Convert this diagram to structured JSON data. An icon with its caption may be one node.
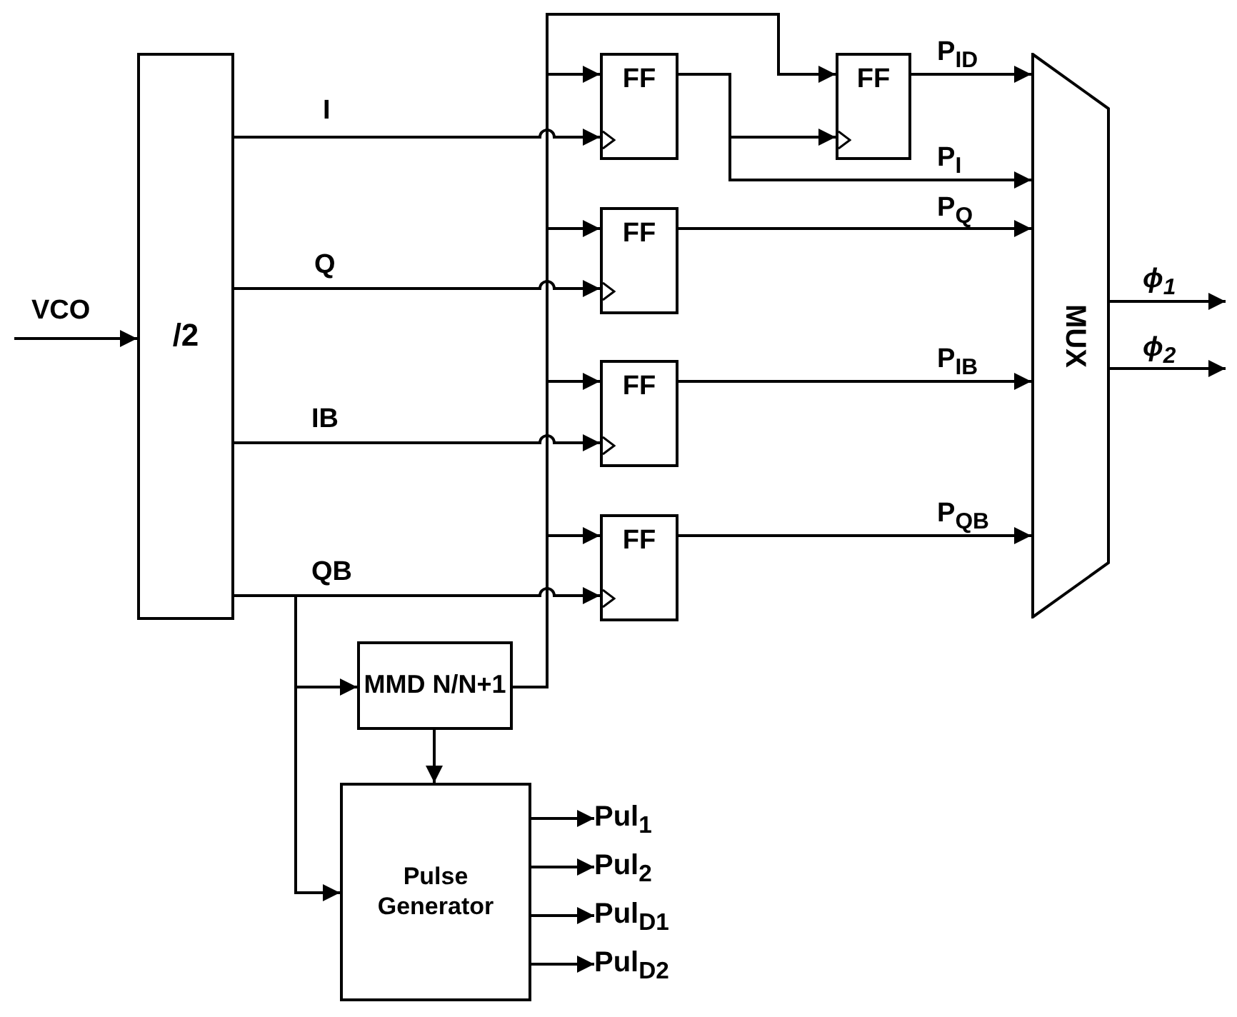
{
  "diagram": {
    "nodes": [
      {
        "text": [
          "/2"
        ]
      },
      {
        "text": [
          "FF"
        ]
      },
      {
        "text": [
          "FF"
        ]
      },
      {
        "text": [
          "FF"
        ]
      },
      {
        "text": [
          "FF"
        ]
      },
      {
        "text": [
          "FF"
        ]
      },
      {
        "text": [
          "MUX"
        ]
      },
      {
        "text": [
          "MMD N/N+1"
        ]
      },
      {
        "text": [
          "Pulse Generator"
        ]
      },
      {
        "text": [
          "Pul$_{1}$"
        ]
      },
      {
        "text": [
          "Pul$_{2}$"
        ]
      },
      {
        "text": [
          "Pul$_{D1}$"
        ]
      },
      {
        "text": [
          "Pul$_{D2}$"
        ]
      }
    ],
    "edges": [
      {
        "from": null,
        "to": 0,
        "arrow": "to",
        "label": "VCO"
      },
      {
        "from": 0,
        "to": 1,
        "arrow": "to",
        "label": "I"
      },
      {
        "from": 0,
        "to": 3,
        "arrow": "to",
        "label": "Q"
      },
      {
        "from": 0,
        "to": 4,
        "arrow": "to",
        "label": "IB"
      },
      {
        "from": 0,
        "to": 5,
        "arrow": "to",
        "label": "QB"
      },
      {
        "from": 0,
        "to": 7,
        "arrow": "to"
      },
      {
        "from": 0,
        "to": 8,
        "arrow": "to"
      },
      {
        "from": 7,
        "to": 1,
        "arrow": "to"
      },
      {
        "from": 7,
        "to": 3,
        "arrow": "to"
      },
      {
        "from": 7,
        "to": 4,
        "arrow": "to"
      },
      {
        "from": 7,
        "to": 5,
        "arrow": "to"
      },
      {
        "from": 7,
        "to": 2,
        "arrow": "to"
      },
      {
        "from": 1,
        "to": 2,
        "arrow": "to"
      },
      {
        "from": 1,
        "to": 6,
        "arrow": "to",
        "label": "P$_{I}$"
      },
      {
        "from": 2,
        "to": 6,
        "arrow": "to",
        "label": "P$_{ID}$"
      },
      {
        "from": 3,
        "to": 6,
        "arrow": "to",
        "label": "P$_{Q}$"
      },
      {
        "from": 4,
        "to": 6,
        "arrow": "to",
        "label": "P$_{IB}$"
      },
      {
        "from": 5,
        "to": 6,
        "arrow": "to",
        "label": "P$_{QB}$"
      },
      {
        "from": 6,
        "to": null,
        "arrow": "to",
        "label": "ϕ$_{1}$"
      },
      {
        "from": 6,
        "to": null,
        "arrow": "to",
        "label": "ϕ$_{2}$"
      },
      {
        "from": 7,
        "to": 8,
        "arrow": "to"
      },
      {
        "from": 8,
        "to": 9,
        "arrow": "to"
      },
      {
        "from": 8,
        "to": 10,
        "arrow": "to"
      },
      {
        "from": 8,
        "to": 11,
        "arrow": "to"
      },
      {
        "from": 8,
        "to": 12,
        "arrow": "to"
      }
    ]
  }
}
